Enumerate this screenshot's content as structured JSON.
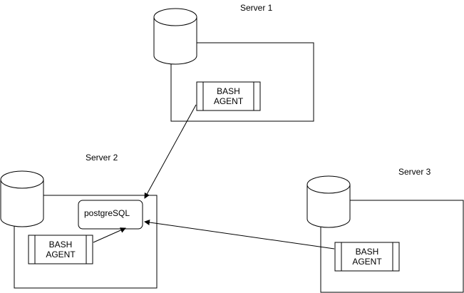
{
  "servers": [
    {
      "name": "Server 1",
      "agent": {
        "line1": "BASH",
        "line2": "AGENT"
      }
    },
    {
      "name": "Server 2",
      "agent": {
        "line1": "BASH",
        "line2": "AGENT"
      },
      "database": "postgreSQL"
    },
    {
      "name": "Server 3",
      "agent": {
        "line1": "BASH",
        "line2": "AGENT"
      }
    }
  ]
}
